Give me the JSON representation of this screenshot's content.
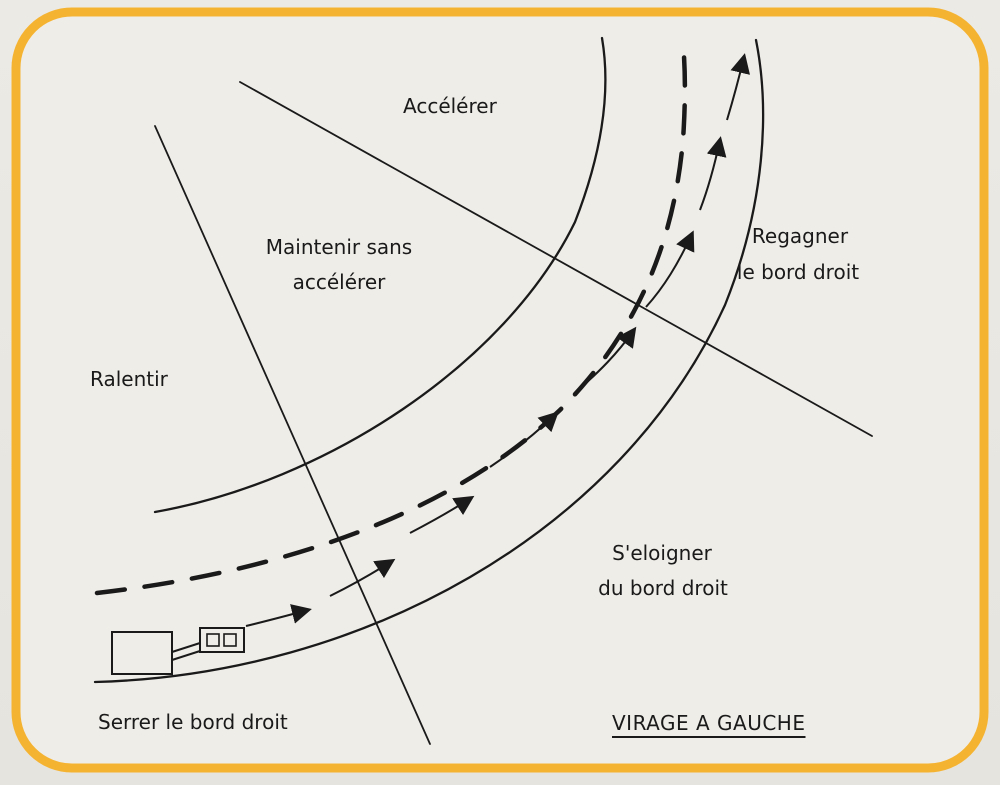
{
  "diagram": {
    "title": "VIRAGE A GAUCHE",
    "zones": {
      "accelerate": "Accélérer",
      "maintain_line1": "Maintenir sans",
      "maintain_line2": "accélérer",
      "slow_down": "Ralentir",
      "regain_line1": "Regagner",
      "regain_line2": "le bord droit",
      "move_away_line1": "S'eloigner",
      "move_away_line2": "du bord droit",
      "hug_right": "Serrer le bord droit"
    },
    "colors": {
      "border": "#f5b332",
      "ink": "#1a1a1a",
      "paper": "#efede8"
    }
  }
}
